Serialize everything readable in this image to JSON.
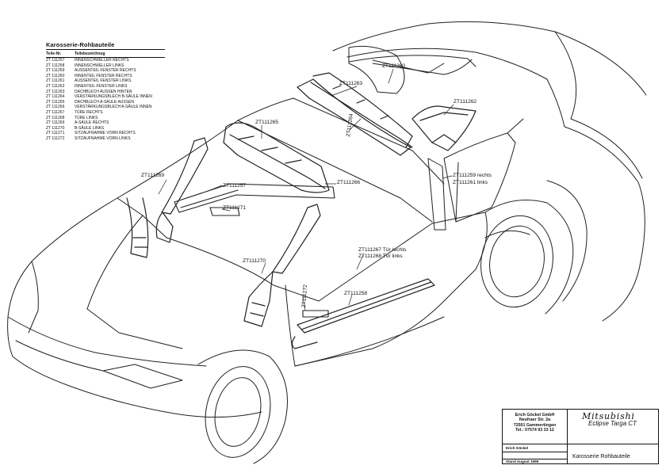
{
  "legend": {
    "title": "Karosserie-Rohbauteile",
    "col_part_no": "Teile-Nr.",
    "col_name": "Teilebezeichnug",
    "items": [
      {
        "no": "ZT 111257",
        "name": "INNENSCHWELLER RECHTS"
      },
      {
        "no": "ZT 111258",
        "name": "INNENSCHWELLER LINKS"
      },
      {
        "no": "ZT 111259",
        "name": "AUSSENTEIL FENSTER RECHTS"
      },
      {
        "no": "ZT 111260",
        "name": "INNENTEIL FENSTER RECHTS"
      },
      {
        "no": "ZT 111261",
        "name": "AUSSENTEIL FENSTER LINKS"
      },
      {
        "no": "ZT 111262",
        "name": "INNENTEIL FENSTER LINKS"
      },
      {
        "no": "ZT 111263",
        "name": "DACHBLECH AUSSEN HINTEN"
      },
      {
        "no": "ZT 111264",
        "name": "VERSTÄRKUNGSBLECH B-SÄULE INNEN"
      },
      {
        "no": "ZT 111265",
        "name": "DACHBLECH A-SÄULE AUSSEN"
      },
      {
        "no": "ZT 111266",
        "name": "VERSTÄRKUNGSBLECH A-SÄULE INNEN"
      },
      {
        "no": "ZT 111267",
        "name": "TÜRE RECHTS"
      },
      {
        "no": "ZT 111268",
        "name": "TÜRE LINKS"
      },
      {
        "no": "ZT 111269",
        "name": "A-SÄULE RECHTS"
      },
      {
        "no": "ZT 111270",
        "name": "B-SÄULE LINKS"
      },
      {
        "no": "ZT 111271",
        "name": "SITZAUFNAHME VORN RECHTS"
      },
      {
        "no": "ZT 111272",
        "name": "SITZAUFNAHME VORN LINKS"
      }
    ]
  },
  "callouts": {
    "c260": "ZT111260",
    "c263": "ZT111263",
    "c262": "ZT111262",
    "c264": "ZT111264",
    "c265": "ZT111265",
    "c269": "ZT111269",
    "c257": "ZT111257",
    "c266": "ZT111266",
    "c271": "ZT111271",
    "c259": "ZT111259 rechts",
    "c261": "ZT111261 links",
    "c267": "ZT111267 Tür rechts",
    "c268": "ZT111268 Tür links",
    "c270": "ZT111270",
    "c272": "ZT111272",
    "c258": "ZT111258"
  },
  "titleblock": {
    "company_lines": [
      "Erich Göckel GmbH",
      "Neufraer Str. 2a",
      "72501 Gammertingen",
      "Tel.: 07574 93 33 12"
    ],
    "brand": "Mitsubishi",
    "model": "Eclipse Targa CT",
    "drawn_by": "Erich Göckel",
    "date": "Stand August 1999",
    "description": "Karosserie Rohbauteile"
  }
}
